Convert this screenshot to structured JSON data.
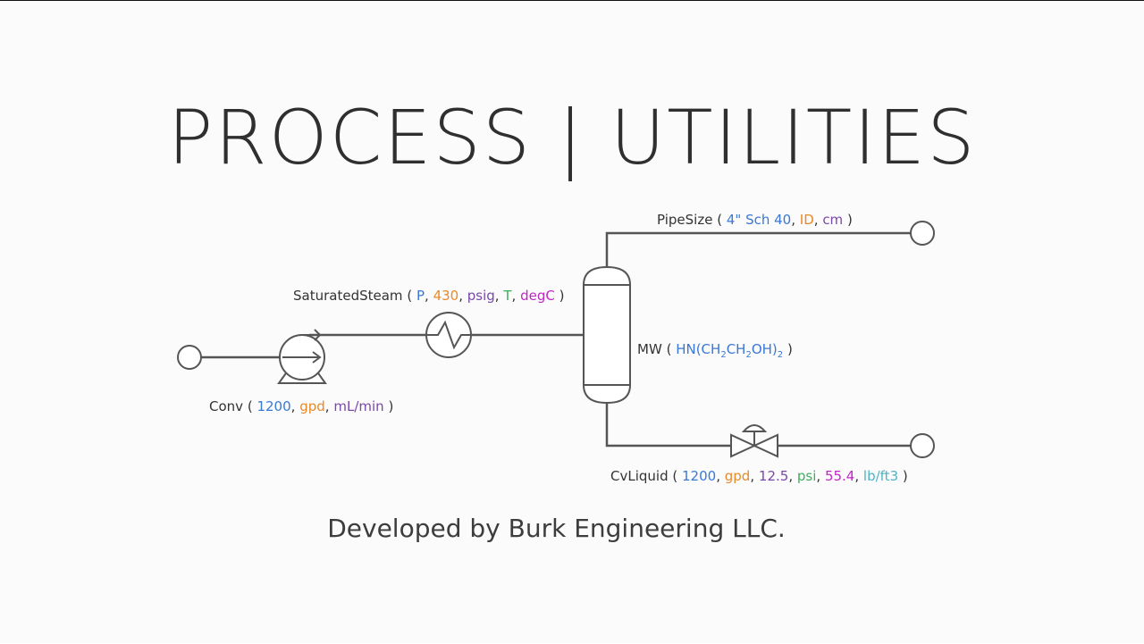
{
  "title": "PROCESS | UTILITIES",
  "footer": "Developed by Burk Engineering LLC.",
  "labels": {
    "pipesize": {
      "name": "PipeSize",
      "open": "(",
      "a1": "4\" Sch 40",
      "sep1": ",",
      "a2": "ID",
      "sep2": ",",
      "a3": "cm",
      "close": ")"
    },
    "steam": {
      "name": "SaturatedSteam",
      "open": "(",
      "a1": "P",
      "sep1": ",",
      "a2": "430",
      "sep2": ",",
      "a3": "psig",
      "sep3": ",",
      "a4": "T",
      "sep4": ",",
      "a5": "degC",
      "close": ")"
    },
    "mw": {
      "name": "MW",
      "open": "(",
      "formula_a": "HN(CH",
      "sub1": "2",
      "formula_b": "CH",
      "sub2": "2",
      "formula_c": "OH)",
      "sub3": "2",
      "close": ")"
    },
    "conv": {
      "name": "Conv",
      "open": "(",
      "a1": "1200",
      "sep1": ",",
      "a2": "gpd",
      "sep2": ",",
      "a3": "mL/min",
      "close": ")"
    },
    "cvliquid": {
      "name": "CvLiquid",
      "open": "(",
      "a1": "1200",
      "sep1": ",",
      "a2": "gpd",
      "sep2": ",",
      "a3": "12.5",
      "sep3": ",",
      "a4": "psi",
      "sep4": ",",
      "a5": "55.4",
      "sep5": ",",
      "a6": "lb/ft3",
      "close": ")"
    }
  },
  "colors": {
    "background": "#fbfbfb",
    "line": "#555555",
    "blue": "#3a78d6",
    "orange": "#e88a2a",
    "purple": "#7a48a8",
    "green": "#3fae5a",
    "magenta": "#c026c6",
    "teal": "#4fb3c6"
  }
}
